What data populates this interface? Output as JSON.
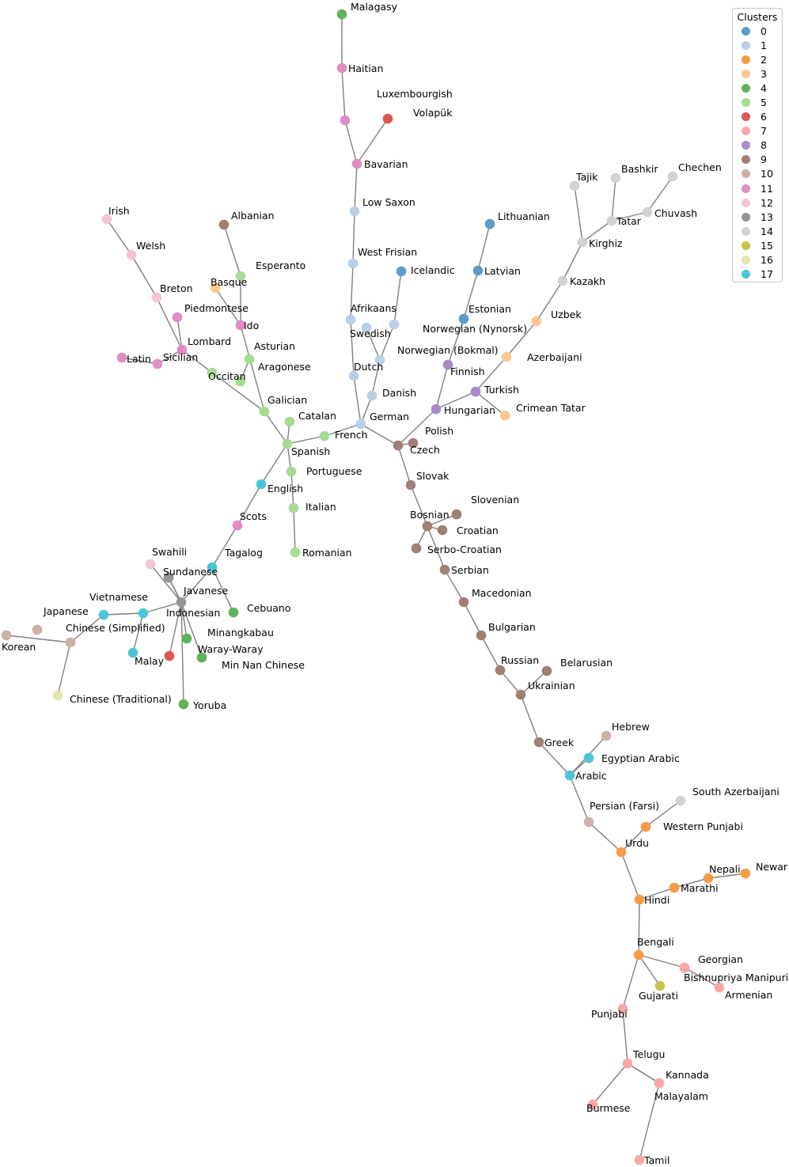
{
  "legend": {
    "title": "Clusters",
    "items": [
      {
        "label": "0",
        "color": "#5b9ac9"
      },
      {
        "label": "1",
        "color": "#b9cfe8"
      },
      {
        "label": "2",
        "color": "#f59d46"
      },
      {
        "label": "3",
        "color": "#fbc98f"
      },
      {
        "label": "4",
        "color": "#5fb35a"
      },
      {
        "label": "5",
        "color": "#a6dc92"
      },
      {
        "label": "6",
        "color": "#df5454"
      },
      {
        "label": "7",
        "color": "#f9a7a7"
      },
      {
        "label": "8",
        "color": "#a98acb"
      },
      {
        "label": "9",
        "color": "#a07f74"
      },
      {
        "label": "10",
        "color": "#cfaea8"
      },
      {
        "label": "11",
        "color": "#e08cc8"
      },
      {
        "label": "12",
        "color": "#f6c3d5"
      },
      {
        "label": "13",
        "color": "#959595"
      },
      {
        "label": "14",
        "color": "#d2d2d2"
      },
      {
        "label": "15",
        "color": "#c6c64b"
      },
      {
        "label": "16",
        "color": "#e2e4ab"
      },
      {
        "label": "17",
        "color": "#4bc6d6"
      }
    ]
  },
  "nodes": [
    {
      "id": "Malagasy",
      "cluster": 4
    },
    {
      "id": "Haitian",
      "cluster": 11
    },
    {
      "id": "Luxembourgish",
      "cluster": 11
    },
    {
      "id": "Volapük",
      "cluster": 6
    },
    {
      "id": "Bavarian",
      "cluster": 11
    },
    {
      "id": "Low Saxon",
      "cluster": 1
    },
    {
      "id": "West Frisian",
      "cluster": 1
    },
    {
      "id": "Icelandic",
      "cluster": 0
    },
    {
      "id": "Afrikaans",
      "cluster": 1
    },
    {
      "id": "Swedish",
      "cluster": 1
    },
    {
      "id": "Norwegian (Nynorsk)",
      "cluster": 1
    },
    {
      "id": "Norwegian (Bokmal)",
      "cluster": 1
    },
    {
      "id": "Dutch",
      "cluster": 1
    },
    {
      "id": "Danish",
      "cluster": 1
    },
    {
      "id": "German",
      "cluster": 1
    },
    {
      "id": "Lithuanian",
      "cluster": 0
    },
    {
      "id": "Latvian",
      "cluster": 0
    },
    {
      "id": "Estonian",
      "cluster": 0
    },
    {
      "id": "Finnish",
      "cluster": 8
    },
    {
      "id": "Hungarian",
      "cluster": 8
    },
    {
      "id": "Turkish",
      "cluster": 8
    },
    {
      "id": "Crimean Tatar",
      "cluster": 3
    },
    {
      "id": "Azerbaijani",
      "cluster": 3
    },
    {
      "id": "Uzbek",
      "cluster": 3
    },
    {
      "id": "Kazakh",
      "cluster": 14
    },
    {
      "id": "Kirghiz",
      "cluster": 14
    },
    {
      "id": "Tajik",
      "cluster": 14
    },
    {
      "id": "Bashkir",
      "cluster": 14
    },
    {
      "id": "Tatar",
      "cluster": 14
    },
    {
      "id": "Chuvash",
      "cluster": 14
    },
    {
      "id": "Chechen",
      "cluster": 14
    },
    {
      "id": "Polish",
      "cluster": 9
    },
    {
      "id": "Czech",
      "cluster": 9
    },
    {
      "id": "Slovak",
      "cluster": 9
    },
    {
      "id": "Bosnian",
      "cluster": 9
    },
    {
      "id": "Slovenian",
      "cluster": 9
    },
    {
      "id": "Croatian",
      "cluster": 9
    },
    {
      "id": "Serbo-Croatian",
      "cluster": 9
    },
    {
      "id": "Serbian",
      "cluster": 9
    },
    {
      "id": "Macedonian",
      "cluster": 9
    },
    {
      "id": "Bulgarian",
      "cluster": 9
    },
    {
      "id": "Russian",
      "cluster": 9
    },
    {
      "id": "Belarusian",
      "cluster": 9
    },
    {
      "id": "Ukrainian",
      "cluster": 9
    },
    {
      "id": "Greek",
      "cluster": 9
    },
    {
      "id": "Hebrew",
      "cluster": 10
    },
    {
      "id": "Egyptian Arabic",
      "cluster": 17
    },
    {
      "id": "Arabic",
      "cluster": 17
    },
    {
      "id": "Persian (Farsi)",
      "cluster": 10
    },
    {
      "id": "South Azerbaijani",
      "cluster": 14
    },
    {
      "id": "Western Punjabi",
      "cluster": 2
    },
    {
      "id": "Urdu",
      "cluster": 2
    },
    {
      "id": "Hindi",
      "cluster": 2
    },
    {
      "id": "Marathi",
      "cluster": 2
    },
    {
      "id": "Nepali",
      "cluster": 2
    },
    {
      "id": "Newar",
      "cluster": 2
    },
    {
      "id": "Bengali",
      "cluster": 2
    },
    {
      "id": "Georgian",
      "cluster": 7
    },
    {
      "id": "Bishnupriya Manipuri",
      "cluster": 7
    },
    {
      "id": "Armenian",
      "cluster": 7
    },
    {
      "id": "Gujarati",
      "cluster": 15
    },
    {
      "id": "Punjabi",
      "cluster": 7
    },
    {
      "id": "Telugu",
      "cluster": 7
    },
    {
      "id": "Kannada",
      "cluster": 7
    },
    {
      "id": "Malayalam",
      "cluster": 7
    },
    {
      "id": "Burmese",
      "cluster": 7
    },
    {
      "id": "Tamil",
      "cluster": 7
    },
    {
      "id": "Irish",
      "cluster": 12
    },
    {
      "id": "Welsh",
      "cluster": 12
    },
    {
      "id": "Breton",
      "cluster": 12
    },
    {
      "id": "Piedmontese",
      "cluster": 11
    },
    {
      "id": "Lombard",
      "cluster": 11
    },
    {
      "id": "Latin",
      "cluster": 11
    },
    {
      "id": "Sicilian",
      "cluster": 11
    },
    {
      "id": "Albanian",
      "cluster": 9
    },
    {
      "id": "Esperanto",
      "cluster": 5
    },
    {
      "id": "Basque",
      "cluster": 3
    },
    {
      "id": "Ido",
      "cluster": 11
    },
    {
      "id": "Asturian",
      "cluster": 5
    },
    {
      "id": "Aragonese",
      "cluster": 5
    },
    {
      "id": "Occitan",
      "cluster": 5
    },
    {
      "id": "Galician",
      "cluster": 5
    },
    {
      "id": "Catalan",
      "cluster": 5
    },
    {
      "id": "French",
      "cluster": 5
    },
    {
      "id": "Spanish",
      "cluster": 5
    },
    {
      "id": "Portuguese",
      "cluster": 5
    },
    {
      "id": "English",
      "cluster": 17
    },
    {
      "id": "Italian",
      "cluster": 5
    },
    {
      "id": "Scots",
      "cluster": 11
    },
    {
      "id": "Romanian",
      "cluster": 5
    },
    {
      "id": "Tagalog",
      "cluster": 17
    },
    {
      "id": "Swahili",
      "cluster": 12
    },
    {
      "id": "Sundanese",
      "cluster": 13
    },
    {
      "id": "Javanese",
      "cluster": 13
    },
    {
      "id": "Cebuano",
      "cluster": 4
    },
    {
      "id": "Indonesian",
      "cluster": 13
    },
    {
      "id": "Vietnamese",
      "cluster": 17
    },
    {
      "id": "Japanese",
      "cluster": 17
    },
    {
      "id": "Chinese (Simplified)",
      "cluster": 10
    },
    {
      "id": "Korean",
      "cluster": 10
    },
    {
      "id": "Malay",
      "cluster": 17
    },
    {
      "id": "Minangkabau",
      "cluster": 4
    },
    {
      "id": "Waray-Waray",
      "cluster": 6
    },
    {
      "id": "Min Nan Chinese",
      "cluster": 4
    },
    {
      "id": "Chinese (Traditional)",
      "cluster": 16
    },
    {
      "id": "Yoruba",
      "cluster": 4
    }
  ],
  "edges": [
    [
      "Malagasy",
      "Haitian"
    ],
    [
      "Haitian",
      "Luxembourgish"
    ],
    [
      "Luxembourgish",
      "Bavarian"
    ],
    [
      "Volapük",
      "Bavarian"
    ],
    [
      "Bavarian",
      "Low Saxon"
    ],
    [
      "Low Saxon",
      "West Frisian"
    ],
    [
      "West Frisian",
      "Afrikaans"
    ],
    [
      "Afrikaans",
      "Dutch"
    ],
    [
      "Dutch",
      "German"
    ],
    [
      "Icelandic",
      "Norwegian (Nynorsk)"
    ],
    [
      "Swedish",
      "Norwegian (Bokmal)"
    ],
    [
      "Norwegian (Nynorsk)",
      "Norwegian (Bokmal)"
    ],
    [
      "Norwegian (Bokmal)",
      "Danish"
    ],
    [
      "Danish",
      "German"
    ],
    [
      "German",
      "French"
    ],
    [
      "German",
      "Czech"
    ],
    [
      "Lithuanian",
      "Latvian"
    ],
    [
      "Latvian",
      "Estonian"
    ],
    [
      "Estonian",
      "Finnish"
    ],
    [
      "Finnish",
      "Hungarian"
    ],
    [
      "Hungarian",
      "Czech"
    ],
    [
      "Hungarian",
      "Turkish"
    ],
    [
      "Turkish",
      "Crimean Tatar"
    ],
    [
      "Turkish",
      "Azerbaijani"
    ],
    [
      "Azerbaijani",
      "Uzbek"
    ],
    [
      "Uzbek",
      "Kazakh"
    ],
    [
      "Kazakh",
      "Kirghiz"
    ],
    [
      "Kirghiz",
      "Tajik"
    ],
    [
      "Kirghiz",
      "Tatar"
    ],
    [
      "Tatar",
      "Bashkir"
    ],
    [
      "Tatar",
      "Chuvash"
    ],
    [
      "Chuvash",
      "Chechen"
    ],
    [
      "Polish",
      "Czech"
    ],
    [
      "Czech",
      "Slovak"
    ],
    [
      "Slovak",
      "Bosnian"
    ],
    [
      "Bosnian",
      "Slovenian"
    ],
    [
      "Bosnian",
      "Croatian"
    ],
    [
      "Bosnian",
      "Serbo-Croatian"
    ],
    [
      "Bosnian",
      "Serbian"
    ],
    [
      "Serbian",
      "Macedonian"
    ],
    [
      "Macedonian",
      "Bulgarian"
    ],
    [
      "Bulgarian",
      "Russian"
    ],
    [
      "Russian",
      "Ukrainian"
    ],
    [
      "Belarusian",
      "Ukrainian"
    ],
    [
      "Ukrainian",
      "Greek"
    ],
    [
      "Greek",
      "Arabic"
    ],
    [
      "Hebrew",
      "Arabic"
    ],
    [
      "Egyptian Arabic",
      "Arabic"
    ],
    [
      "Arabic",
      "Persian (Farsi)"
    ],
    [
      "Persian (Farsi)",
      "Urdu"
    ],
    [
      "Urdu",
      "Western Punjabi"
    ],
    [
      "Western Punjabi",
      "South Azerbaijani"
    ],
    [
      "Urdu",
      "Hindi"
    ],
    [
      "Hindi",
      "Marathi"
    ],
    [
      "Marathi",
      "Nepali"
    ],
    [
      "Nepali",
      "Newar"
    ],
    [
      "Hindi",
      "Bengali"
    ],
    [
      "Bengali",
      "Georgian"
    ],
    [
      "Georgian",
      "Armenian"
    ],
    [
      "Bengali",
      "Gujarati"
    ],
    [
      "Bengali",
      "Punjabi"
    ],
    [
      "Punjabi",
      "Telugu"
    ],
    [
      "Telugu",
      "Kannada"
    ],
    [
      "Telugu",
      "Burmese"
    ],
    [
      "Telugu",
      "Malayalam"
    ],
    [
      "Malayalam",
      "Tamil"
    ],
    [
      "Irish",
      "Welsh"
    ],
    [
      "Welsh",
      "Breton"
    ],
    [
      "Breton",
      "Lombard"
    ],
    [
      "Piedmontese",
      "Lombard"
    ],
    [
      "Latin",
      "Sicilian"
    ],
    [
      "Sicilian",
      "Lombard"
    ],
    [
      "Lombard",
      "Occitan"
    ],
    [
      "Occitan",
      "Galician"
    ],
    [
      "Albanian",
      "Esperanto"
    ],
    [
      "Esperanto",
      "Ido"
    ],
    [
      "Basque",
      "Ido"
    ],
    [
      "Ido",
      "Galician"
    ],
    [
      "Aragonese",
      "Asturian"
    ],
    [
      "Galician",
      "Spanish"
    ],
    [
      "Catalan",
      "Spanish"
    ],
    [
      "French",
      "Spanish"
    ],
    [
      "Spanish",
      "Portuguese"
    ],
    [
      "Spanish",
      "English"
    ],
    [
      "Portuguese",
      "Italian"
    ],
    [
      "Italian",
      "Romanian"
    ],
    [
      "English",
      "Scots"
    ],
    [
      "Scots",
      "Tagalog"
    ],
    [
      "Tagalog",
      "Cebuano"
    ],
    [
      "Tagalog",
      "Indonesian"
    ],
    [
      "Swahili",
      "Indonesian"
    ],
    [
      "Sundanese",
      "Indonesian"
    ],
    [
      "Javanese",
      "Indonesian"
    ],
    [
      "Indonesian",
      "Vietnamese"
    ],
    [
      "Vietnamese",
      "Japanese"
    ],
    [
      "Japanese",
      "Chinese (Simplified)"
    ],
    [
      "Chinese (Simplified)",
      "Korean"
    ],
    [
      "Chinese (Simplified)",
      "Chinese (Traditional)"
    ],
    [
      "Vietnamese",
      "Malay"
    ],
    [
      "Indonesian",
      "Waray-Waray"
    ],
    [
      "Indonesian",
      "Minangkabau"
    ],
    [
      "Indonesian",
      "Min Nan Chinese"
    ],
    [
      "Indonesian",
      "Yoruba"
    ]
  ]
}
